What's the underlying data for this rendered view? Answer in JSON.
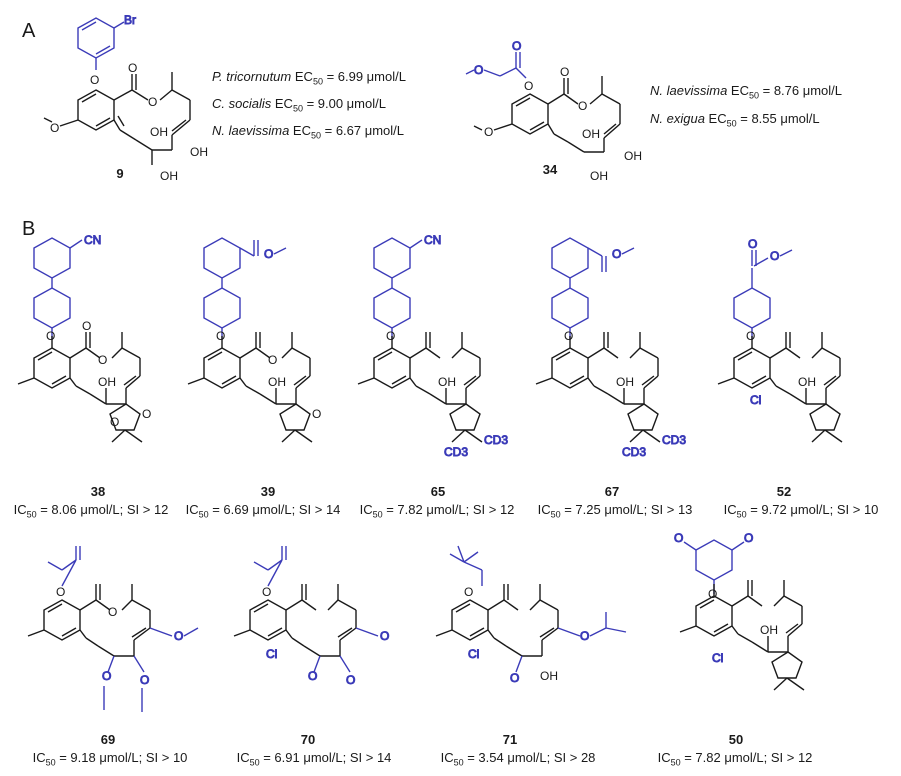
{
  "panels": {
    "a": "A",
    "b": "B"
  },
  "panel_a": {
    "cpd9": {
      "id": "9",
      "activities": [
        {
          "species": "P. tricornutum",
          "metric": "EC",
          "sub": "50",
          "value": " = 6.99 μmol/L"
        },
        {
          "species": "C. socialis",
          "metric": "EC",
          "sub": "50",
          "value": " = 9.00 μmol/L"
        },
        {
          "species": "N. laevissima",
          "metric": "EC",
          "sub": "50",
          "value": " = 6.67 μmol/L"
        }
      ]
    },
    "cpd34": {
      "id": "34",
      "activities": [
        {
          "species": "N. laevissima",
          "metric": "EC",
          "sub": "50",
          "value": " = 8.76 μmol/L"
        },
        {
          "species": "N. exigua",
          "metric": "EC",
          "sub": "50",
          "value": " = 8.55 μmol/L"
        }
      ]
    }
  },
  "panel_b": {
    "compounds": [
      {
        "id": "38",
        "metric": "IC",
        "sub": "50",
        "value": " = 8.06 μmol/L; SI > 12"
      },
      {
        "id": "39",
        "metric": "IC",
        "sub": "50",
        "value": " = 6.69 μmol/L; SI > 14"
      },
      {
        "id": "65",
        "metric": "IC",
        "sub": "50",
        "value": " = 7.82 μmol/L; SI > 12"
      },
      {
        "id": "67",
        "metric": "IC",
        "sub": "50",
        "value": " = 7.25 μmol/L; SI > 13"
      },
      {
        "id": "52",
        "metric": "IC",
        "sub": "50",
        "value": " = 9.72 μmol/L; SI > 10"
      },
      {
        "id": "69",
        "metric": "IC",
        "sub": "50",
        "value": " = 9.18 μmol/L; SI > 10"
      },
      {
        "id": "70",
        "metric": "IC",
        "sub": "50",
        "value": " = 6.91 μmol/L; SI > 14"
      },
      {
        "id": "71",
        "metric": "IC",
        "sub": "50",
        "value": " = 3.54 μmol/L; SI > 28"
      },
      {
        "id": "50",
        "metric": "IC",
        "sub": "50",
        "value": " = 7.82 μmol/L; SI > 12"
      }
    ]
  },
  "atoms": {
    "br": "Br",
    "cn": "CN",
    "oh": "OH",
    "o": "O",
    "cl": "Cl",
    "cd3": "CD3"
  },
  "colors": {
    "substituent": "#3b3bb8",
    "bond": "#1a1a1a"
  }
}
